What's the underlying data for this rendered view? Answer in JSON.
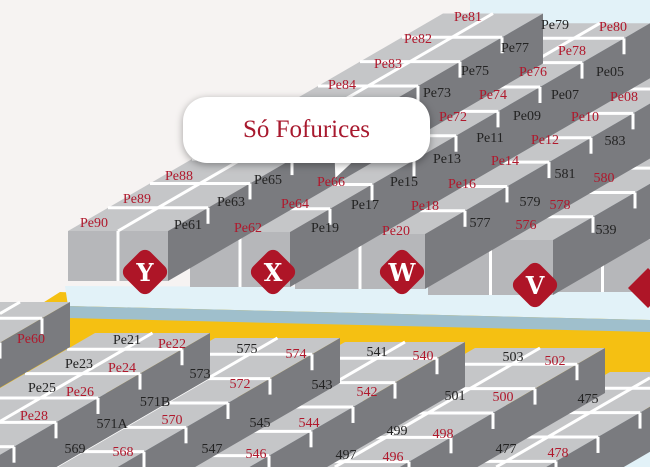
{
  "callout": {
    "text": "Só Fofurices"
  },
  "badges": [
    "Y",
    "X",
    "W",
    "V"
  ],
  "labels_top": [
    {
      "text": "Pe81",
      "tone": "red"
    },
    {
      "text": "Pe79",
      "tone": "black"
    },
    {
      "text": "Pe80",
      "tone": "red"
    },
    {
      "text": "Pe82",
      "tone": "red"
    },
    {
      "text": "Pe77",
      "tone": "black"
    },
    {
      "text": "Pe78",
      "tone": "red"
    },
    {
      "text": "Pe83",
      "tone": "red"
    },
    {
      "text": "Pe75",
      "tone": "black"
    },
    {
      "text": "Pe76",
      "tone": "red"
    },
    {
      "text": "Pe05",
      "tone": "black"
    },
    {
      "text": "Pe84",
      "tone": "red"
    },
    {
      "text": "Pe73",
      "tone": "black"
    },
    {
      "text": "Pe74",
      "tone": "red"
    },
    {
      "text": "Pe07",
      "tone": "black"
    },
    {
      "text": "Pe08",
      "tone": "red"
    },
    {
      "text": "Pe72",
      "tone": "red"
    },
    {
      "text": "Pe09",
      "tone": "black"
    },
    {
      "text": "Pe10",
      "tone": "red"
    },
    {
      "text": "Pe11",
      "tone": "black"
    },
    {
      "text": "Pe12",
      "tone": "red"
    },
    {
      "text": "583",
      "tone": "black"
    },
    {
      "text": "Pe13",
      "tone": "black"
    },
    {
      "text": "Pe14",
      "tone": "red"
    },
    {
      "text": "Pe88",
      "tone": "red"
    },
    {
      "text": "Pe65",
      "tone": "black"
    },
    {
      "text": "Pe66",
      "tone": "red"
    },
    {
      "text": "Pe15",
      "tone": "black"
    },
    {
      "text": "Pe16",
      "tone": "red"
    },
    {
      "text": "581",
      "tone": "black"
    },
    {
      "text": "580",
      "tone": "red"
    },
    {
      "text": "Pe89",
      "tone": "red"
    },
    {
      "text": "Pe63",
      "tone": "black"
    },
    {
      "text": "Pe64",
      "tone": "red"
    },
    {
      "text": "Pe17",
      "tone": "black"
    },
    {
      "text": "Pe18",
      "tone": "red"
    },
    {
      "text": "579",
      "tone": "black"
    },
    {
      "text": "578",
      "tone": "red"
    },
    {
      "text": "Pe90",
      "tone": "red"
    },
    {
      "text": "Pe61",
      "tone": "black"
    },
    {
      "text": "Pe62",
      "tone": "red"
    },
    {
      "text": "Pe19",
      "tone": "black"
    },
    {
      "text": "Pe20",
      "tone": "red"
    },
    {
      "text": "577",
      "tone": "black"
    },
    {
      "text": "576",
      "tone": "red"
    },
    {
      "text": "539",
      "tone": "black"
    }
  ],
  "labels_bottom": [
    {
      "text": "Pe60",
      "tone": "red"
    },
    {
      "text": "Pe21",
      "tone": "black"
    },
    {
      "text": "Pe22",
      "tone": "red"
    },
    {
      "text": "575",
      "tone": "black"
    },
    {
      "text": "574",
      "tone": "red"
    },
    {
      "text": "541",
      "tone": "black"
    },
    {
      "text": "540",
      "tone": "red"
    },
    {
      "text": "503",
      "tone": "black"
    },
    {
      "text": "502",
      "tone": "red"
    },
    {
      "text": "Pe23",
      "tone": "black"
    },
    {
      "text": "Pe24",
      "tone": "red"
    },
    {
      "text": "573",
      "tone": "black"
    },
    {
      "text": "572",
      "tone": "red"
    },
    {
      "text": "543",
      "tone": "black"
    },
    {
      "text": "542",
      "tone": "red"
    },
    {
      "text": "501",
      "tone": "black"
    },
    {
      "text": "500",
      "tone": "red"
    },
    {
      "text": "475",
      "tone": "black"
    },
    {
      "text": "Pe25",
      "tone": "black"
    },
    {
      "text": "Pe26",
      "tone": "red"
    },
    {
      "text": "571B",
      "tone": "black"
    },
    {
      "text": "570",
      "tone": "red"
    },
    {
      "text": "545",
      "tone": "black"
    },
    {
      "text": "544",
      "tone": "red"
    },
    {
      "text": "499",
      "tone": "black"
    },
    {
      "text": "498",
      "tone": "red"
    },
    {
      "text": "Pe28",
      "tone": "red"
    },
    {
      "text": "571A",
      "tone": "black"
    },
    {
      "text": "569",
      "tone": "black"
    },
    {
      "text": "568",
      "tone": "red"
    },
    {
      "text": "547",
      "tone": "black"
    },
    {
      "text": "546",
      "tone": "red"
    },
    {
      "text": "497",
      "tone": "black"
    },
    {
      "text": "496",
      "tone": "red"
    },
    {
      "text": "477",
      "tone": "black"
    },
    {
      "text": "478",
      "tone": "red"
    }
  ],
  "colors": {
    "red": "#ae1527",
    "yellow": "#f5c012",
    "platform": "#e2f2f8",
    "block_top": "#c5c6c8",
    "block_side": "#7a7b7f",
    "block_front": "#b6b7ba"
  }
}
